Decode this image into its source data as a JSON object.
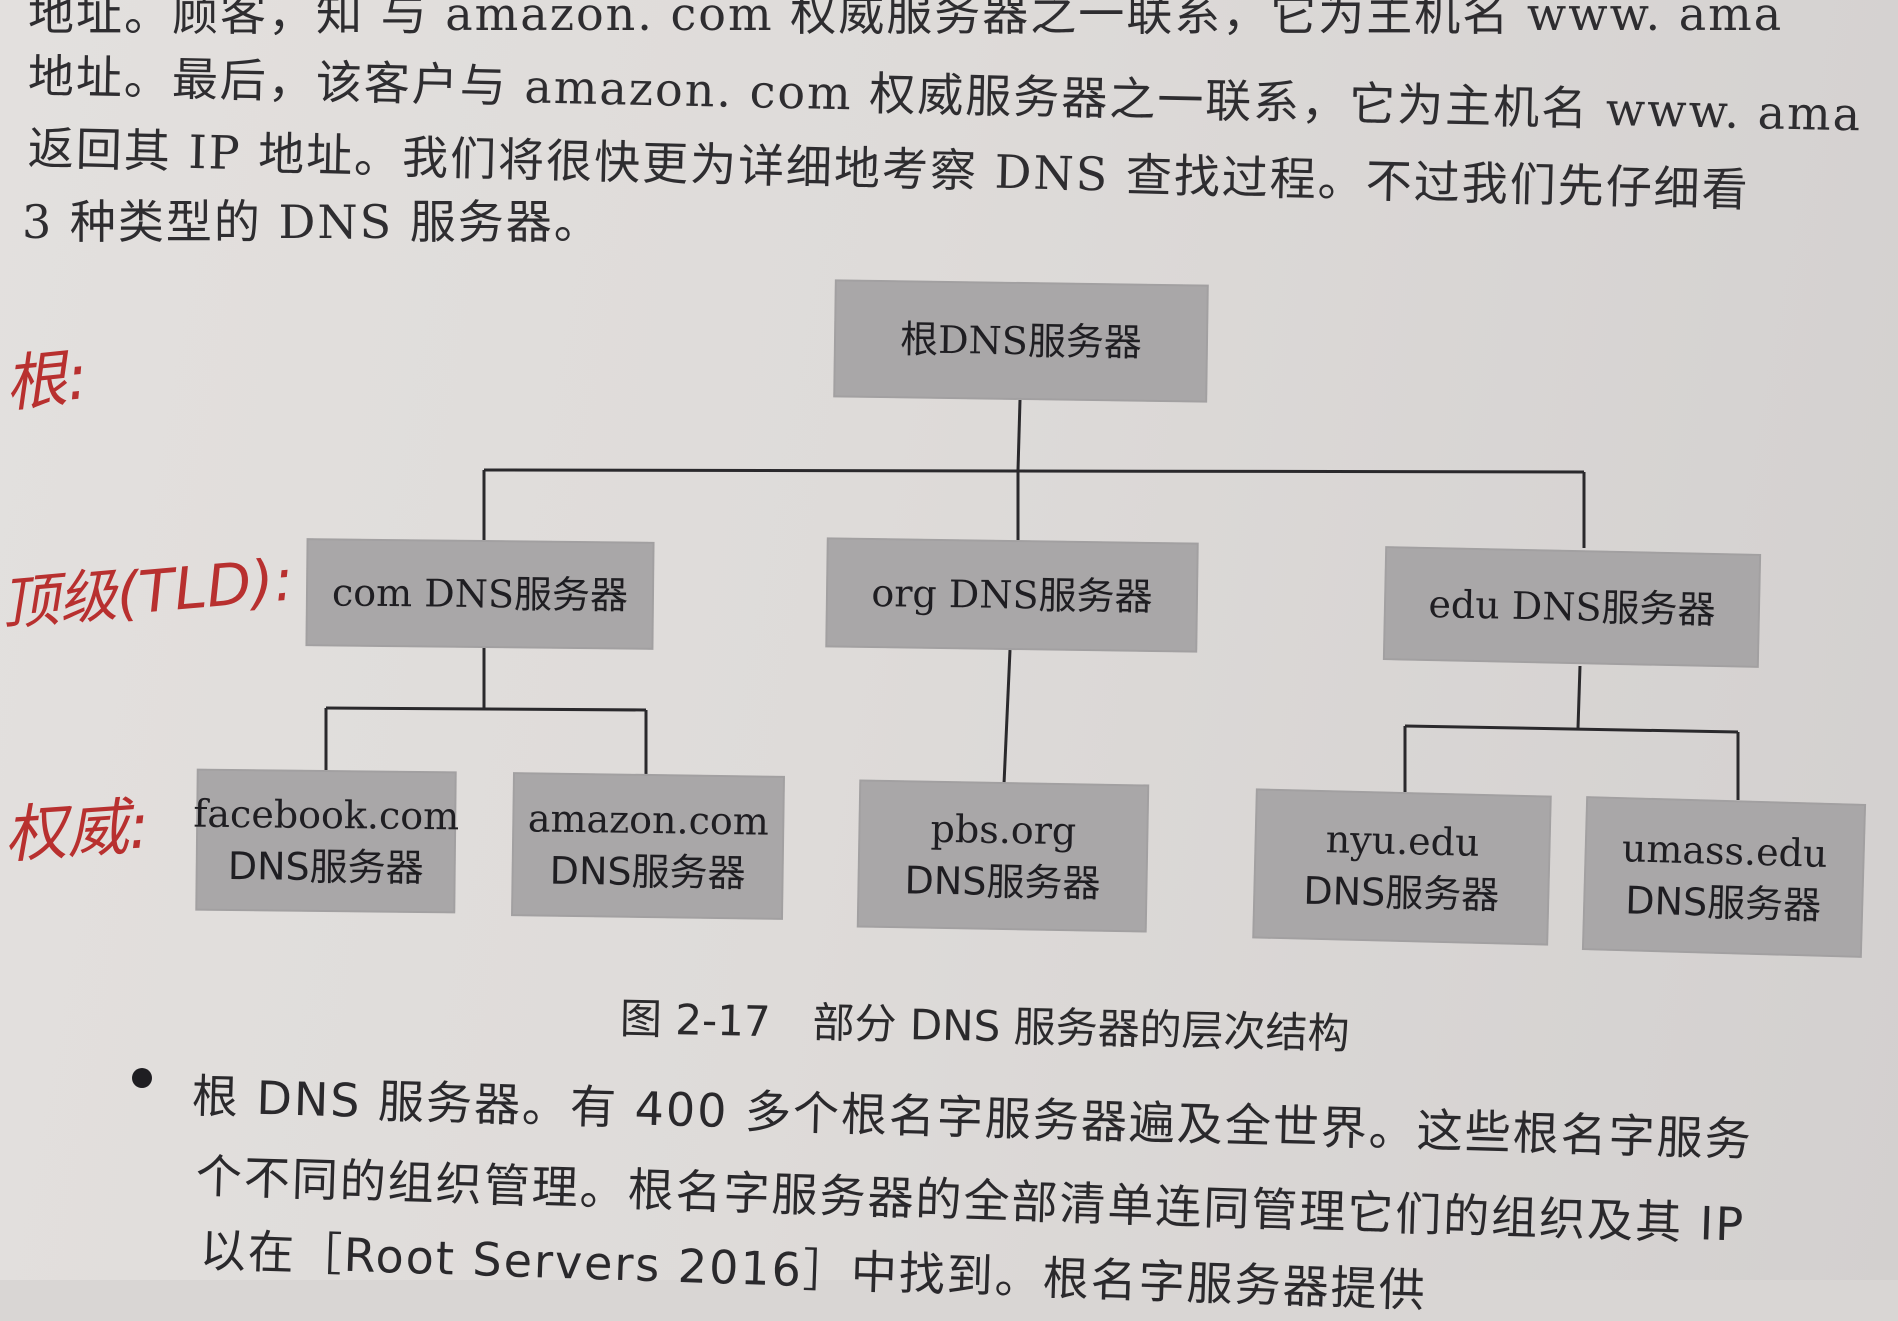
{
  "intro_text": {
    "line0": "地址。顾客，知 与 amazon. com 权威服务器之一联系，它为主机名 www. ama",
    "line1": "地址。最后，该客户与 amazon. com 权威服务器之一联系，它为主机名 www. ama",
    "line2": "返回其 IP 地址。我们将很快更为详细地考察 DNS 查找过程。不过我们先仔细看",
    "line3": "3 种类型的 DNS 服务器。"
  },
  "margin_notes": {
    "root": "根:",
    "tld": "顶级(TLD):",
    "authoritative": "权威:"
  },
  "diagram": {
    "root": {
      "label": "根DNS服务器"
    },
    "tld": [
      {
        "label": "com DNS服务器"
      },
      {
        "label": "org DNS服务器"
      },
      {
        "label": "edu DNS服务器"
      }
    ],
    "authoritative": [
      {
        "domain": "facebook.com",
        "suffix": "DNS服务器"
      },
      {
        "domain": "amazon.com",
        "suffix": "DNS服务器"
      },
      {
        "domain": "pbs.org",
        "suffix": "DNS服务器"
      },
      {
        "domain": "nyu.edu",
        "suffix": "DNS服务器"
      },
      {
        "domain": "umass.edu",
        "suffix": "DNS服务器"
      }
    ],
    "caption": "图 2-17　部分 DNS 服务器的层次结构"
  },
  "body_text": {
    "line1": "根 DNS 服务器。有 400 多个根名字服务器遍及全世界。这些根名字服务",
    "line2": "个不同的组织管理。根名字服务器的全部清单连同管理它们的组织及其 IP",
    "line3": "以在［Root Servers 2016］中找到。根名字服务器提供"
  },
  "colors": {
    "page_background": "#dedbd9",
    "box_fill": "#a9a7a8",
    "annotation_red": "#b8302f",
    "text": "#2b2a2c"
  }
}
